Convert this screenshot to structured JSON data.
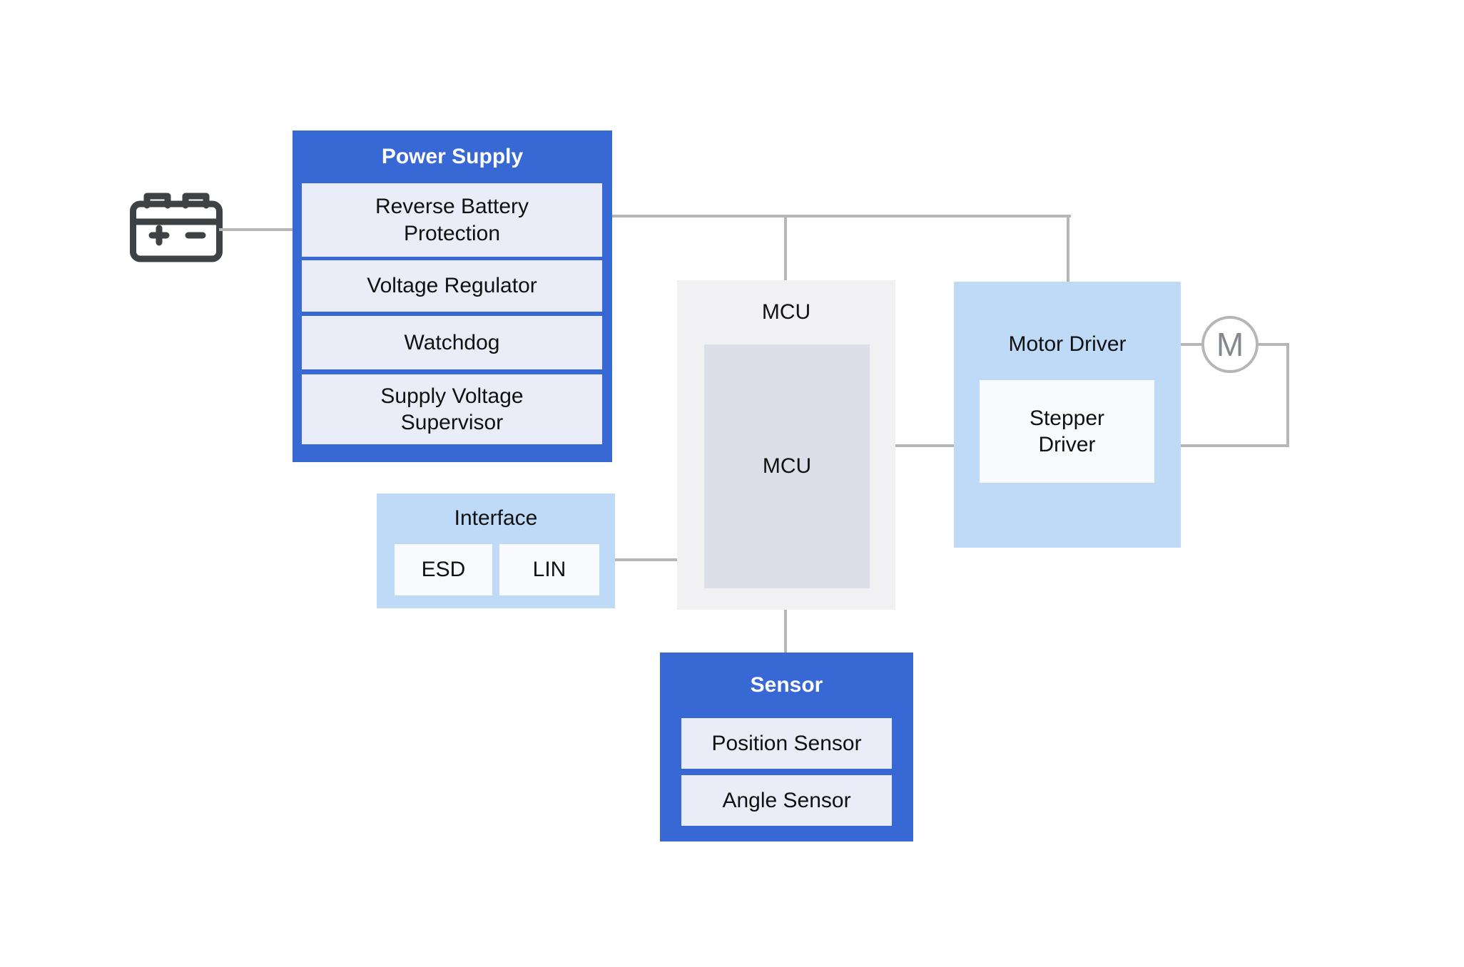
{
  "blocks": {
    "power_supply": {
      "title": "Power Supply",
      "items": [
        "Reverse Battery Protection",
        "Voltage Regulator",
        "Watchdog",
        "Supply Voltage Supervisor"
      ]
    },
    "interface": {
      "title": "Interface",
      "items": [
        "ESD",
        "LIN"
      ]
    },
    "mcu": {
      "title": "MCU",
      "inner_label": "MCU"
    },
    "motor_driver": {
      "title": "Motor Driver",
      "items": [
        "Stepper Driver"
      ]
    },
    "sensor": {
      "title": "Sensor",
      "items": [
        "Position Sensor",
        "Angle Sensor"
      ]
    },
    "motor": {
      "label": "M"
    }
  },
  "icons": {
    "battery": "car-battery-icon",
    "motor": "motor-circle-icon"
  },
  "colors": {
    "primary_blue": "#3768d4",
    "light_blue": "#bedaf7",
    "row_lavender": "#eaedf8",
    "sub_white": "#f8fafd",
    "mcu_outer_gray": "#f1f1f3",
    "mcu_inner_gray": "#dcdfe8",
    "line_gray": "#b6b6b6",
    "icon_dark": "#3f4245",
    "motor_gray": "#85898e"
  }
}
